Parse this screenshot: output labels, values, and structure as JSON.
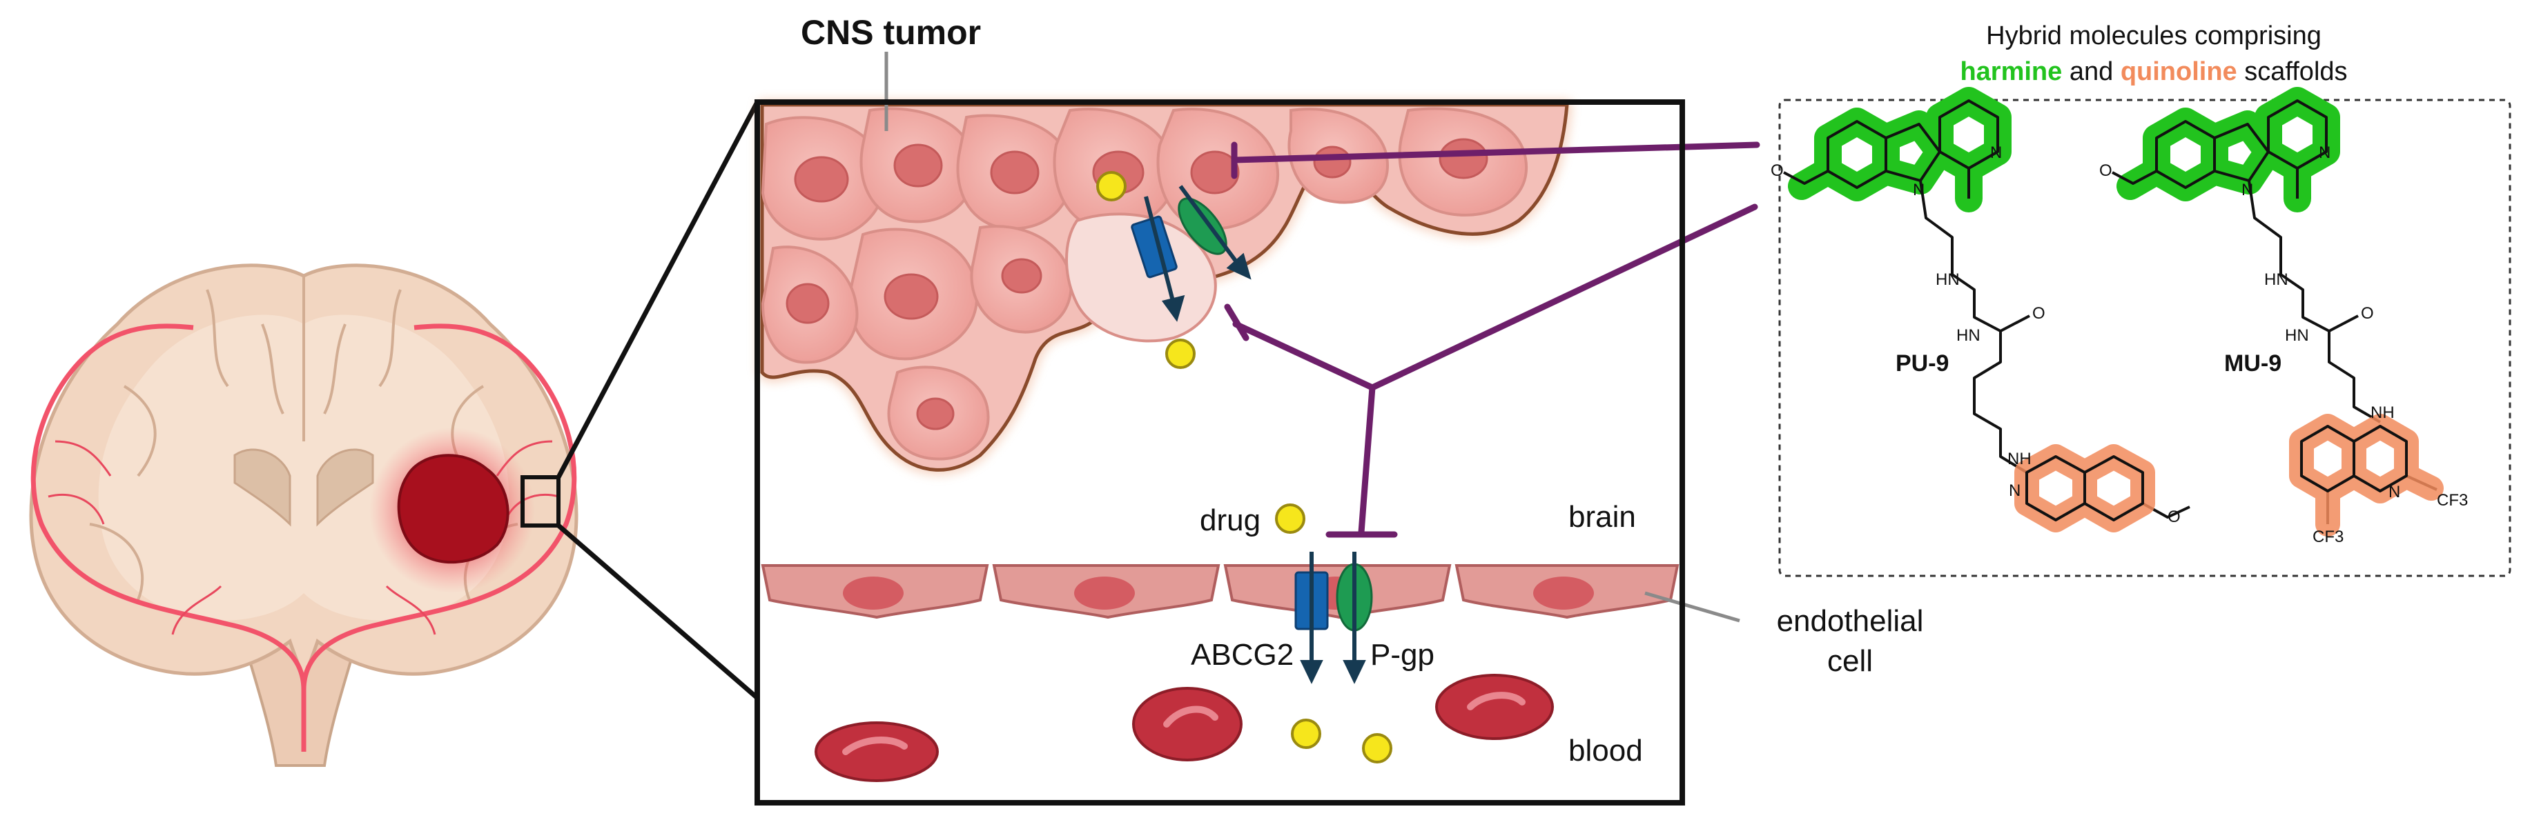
{
  "labels": {
    "cns_tumor": "CNS tumor",
    "drug": "drug",
    "brain": "brain",
    "blood": "blood",
    "abcg2": "ABCG2",
    "pgp": "P-gp",
    "endothelial": "endothelial cell",
    "hybrid_line1": "Hybrid molecules comprising",
    "harmine": "harmine",
    "and": " and ",
    "quinoline": "quinoline",
    "scaffolds": " scaffolds",
    "pu9": "PU-9",
    "mu9": "MU-9"
  },
  "atoms": {
    "n": "N",
    "hn": "HN",
    "o": "O",
    "nh": "NH",
    "cf3": "CF3"
  },
  "colors": {
    "harmine_green": "#22c31e",
    "quinoline_orange": "#f28b5c",
    "inhibitor_purple": "#6d1f6a",
    "abcg2_blue": "#1565b0",
    "pgp_green": "#1e9b52",
    "drug_yellow": "#f6e61c",
    "tumor_pink": "#f0aaa4",
    "rbc_red": "#c1303e"
  }
}
